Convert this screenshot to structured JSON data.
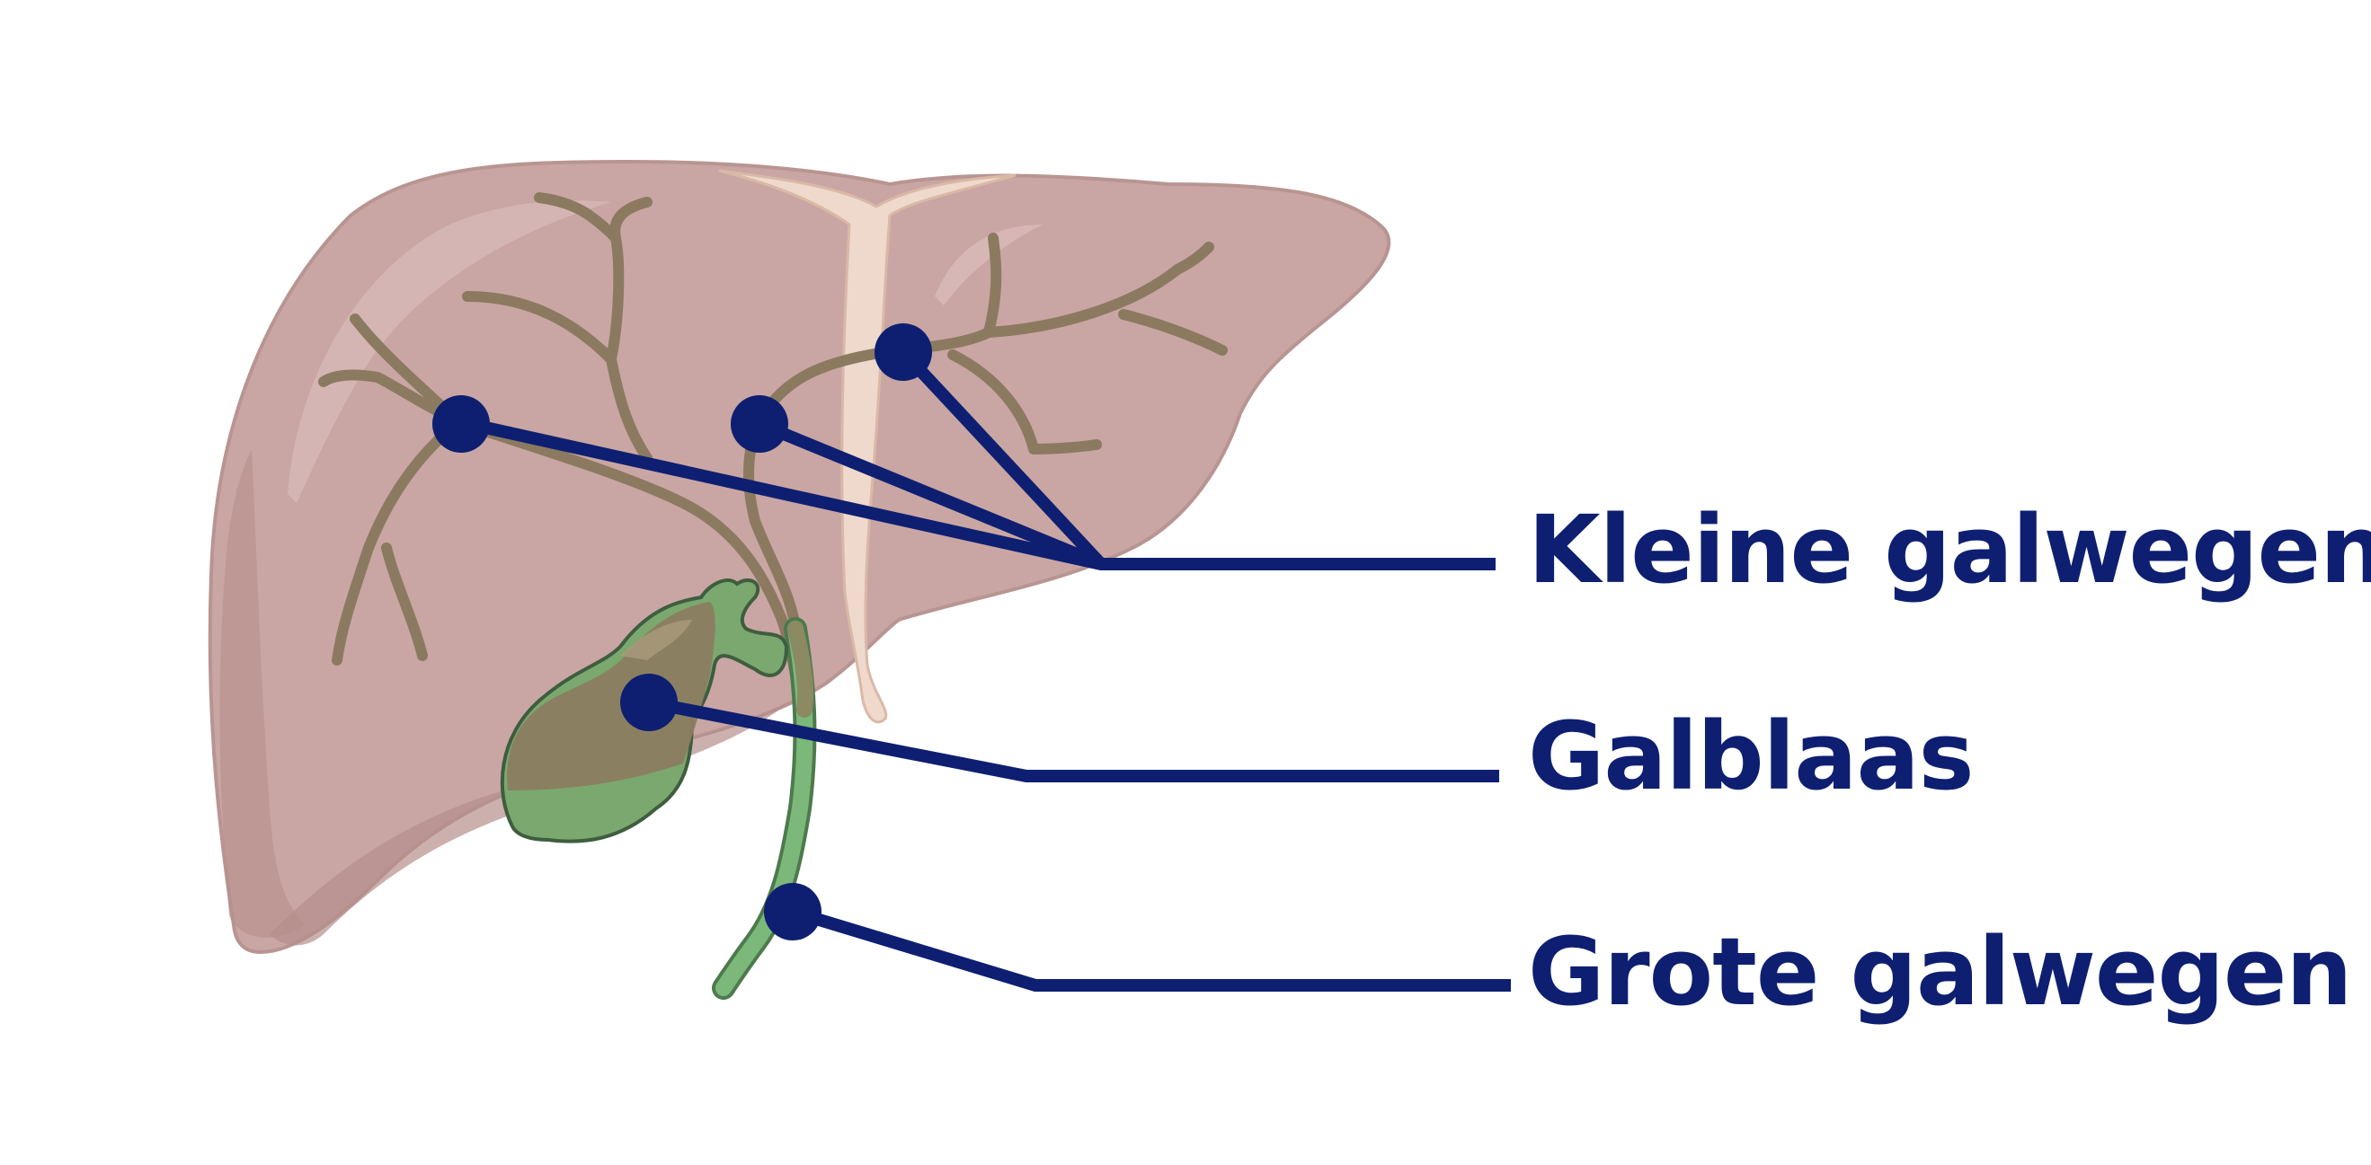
{
  "labels": {
    "small_ducts": "Kleine galwegen",
    "gallbladder": "Galblaas",
    "large_ducts": "Grote galwegen"
  },
  "colors": {
    "label_navy": "#0e1f71",
    "liver": "#c9a6a3",
    "liver_shadow": "#b58f8c",
    "liver_highlight": "#d9bcb9",
    "duct": "#8b7a60",
    "bile_green": "#6aa86a",
    "ligament": "#efd9cc"
  },
  "icons": [
    "liver-illustration",
    "gallbladder-illustration",
    "marker-dot"
  ]
}
